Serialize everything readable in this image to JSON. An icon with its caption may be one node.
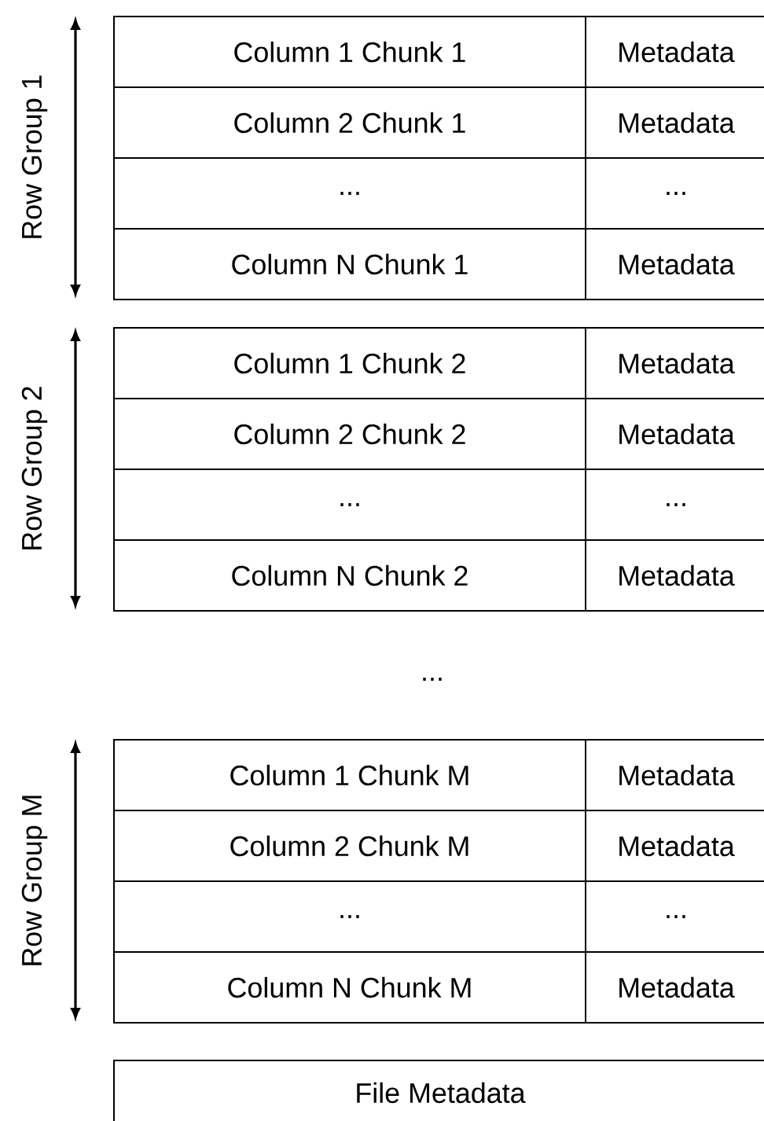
{
  "diagram": {
    "nodes": [
      {
        "text": [
          "Column 1 Chunk 1"
        ]
      },
      {
        "text": [
          "Metadata"
        ]
      },
      {
        "text": [
          "Column 2 Chunk 1"
        ]
      },
      {
        "text": [
          "Metadata"
        ]
      },
      {
        "text": [
          "..."
        ]
      },
      {
        "text": [
          "..."
        ]
      },
      {
        "text": [
          "Column N Chunk 1"
        ]
      },
      {
        "text": [
          "Metadata"
        ]
      },
      {
        "text": [
          "Column 1 Chunk 2"
        ]
      },
      {
        "text": [
          "Metadata"
        ]
      },
      {
        "text": [
          "Column 2 Chunk 2"
        ]
      },
      {
        "text": [
          "Metadata"
        ]
      },
      {
        "text": [
          "..."
        ]
      },
      {
        "text": [
          "..."
        ]
      },
      {
        "text": [
          "Column N Chunk 2"
        ]
      },
      {
        "text": [
          "Metadata"
        ]
      },
      {
        "text": [
          "Column 1 Chunk M"
        ]
      },
      {
        "text": [
          "Metadata"
        ]
      },
      {
        "text": [
          "Column 2 Chunk M"
        ]
      },
      {
        "text": [
          "Metadata"
        ]
      },
      {
        "text": [
          "..."
        ]
      },
      {
        "text": [
          "..."
        ]
      },
      {
        "text": [
          "Column N Chunk M"
        ]
      },
      {
        "text": [
          "Metadata"
        ]
      },
      {
        "text": [
          "File Metadata"
        ]
      }
    ],
    "labels": [
      "Row Group 1",
      "Row Group 2",
      "...",
      "Row Group M"
    ]
  }
}
